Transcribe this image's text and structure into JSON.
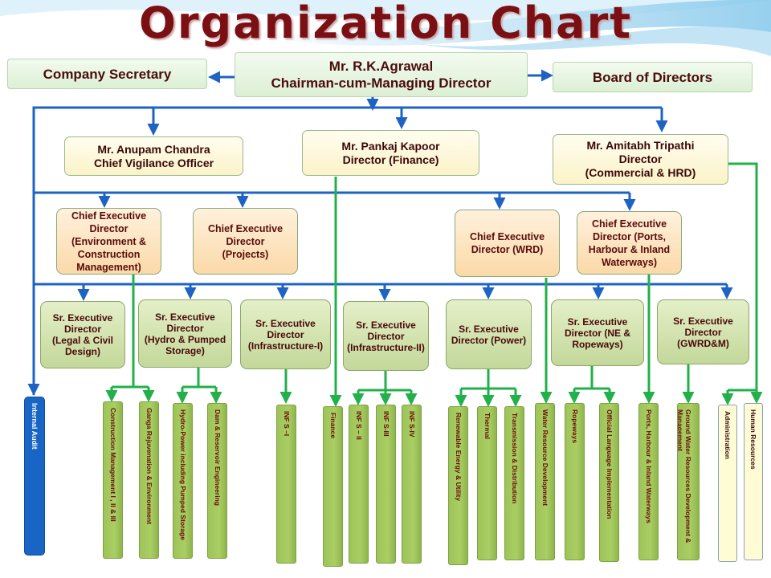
{
  "title": "Organization Chart",
  "top": {
    "chairman": "Mr. R.K.Agrawal\nChairman-cum-Managing Director",
    "secretary": "Company Secretary",
    "board": "Board of Directors"
  },
  "directors": {
    "cvo": "Mr. Anupam Chandra\nChief Vigilance Officer",
    "finance": "Mr. Pankaj Kapoor\nDirector (Finance)",
    "commercial": "Mr. Amitabh Tripathi\nDirector\n(Commercial & HRD)"
  },
  "ceds": {
    "environment": "Chief Executive\nDirector\n(Environment &\nConstruction\nManagement)",
    "projects": "Chief Executive\nDirector\n(Projects)",
    "wrd": "Chief Executive\nDirector (WRD)",
    "ports": "Chief Executive\nDirector (Ports,\nHarbour & Inland\nWaterways)"
  },
  "seds": {
    "legal": "Sr. Executive\nDirector\n(Legal & Civil\nDesign)",
    "hydro": "Sr. Executive\nDirector\n(Hydro & Pumped\nStorage)",
    "infra1": "Sr. Executive\nDirector\n(Infrastructure-I)",
    "infra2": "Sr. Executive\nDirector\n(Infrastructure-II)",
    "power": "Sr. Executive\nDirector (Power)",
    "ne": "Sr. Executive\nDirector (NE &\nRopeways)",
    "gwrd": "Sr. Executive\nDirector\n(GWRD&M)"
  },
  "departments": {
    "internal_audit": "Internal Audit",
    "construction_mgmt": "Construction Management  I , II &  III",
    "ganga": "Ganga Rejuvenation & Environment",
    "hydro_power": "Hydro-Power including Pumped Storage",
    "dam": "Dam & Reservoir Engineering",
    "infs1": "INF S –I",
    "finance": "Finance",
    "infs2": "INF S – II",
    "infs3": "INF S-III",
    "infs4": "INF S-IV",
    "renewable": "Renewable Energy & Utility",
    "thermal": "Thermal",
    "transmission": "Transmission & Distribution",
    "water_resource": "Water Resource Development",
    "ropeways": "Ropeways",
    "official_language": "Official Language Implementation",
    "ports_harbour": "Ports, Harbour & Inland Waterways",
    "ground_water": "Ground Water Resources Development & Management",
    "administration": "Administration",
    "human_resources": "Human Resources"
  },
  "colors": {
    "title": "#7a0f14",
    "blue_connector": "#1e63c4",
    "green_connector": "#22b04a",
    "department_green": "#a2c85e",
    "internal_audit_blue": "#1865c6"
  }
}
